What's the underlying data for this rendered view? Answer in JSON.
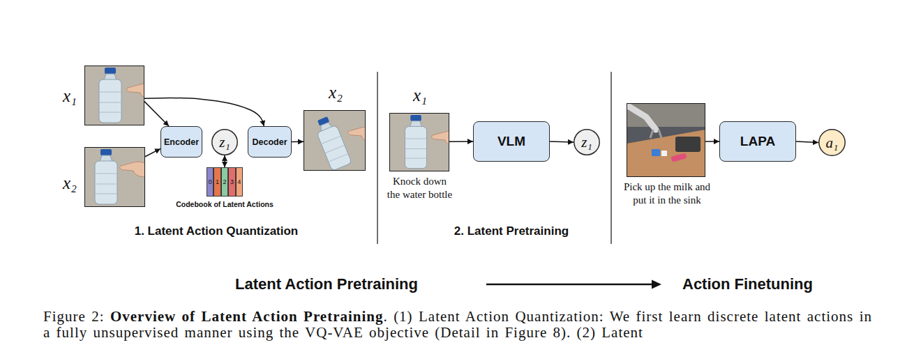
{
  "diagram": {
    "caption": "Figure 2: Overview of Latent Action Pretraining. (1) Latent Action Quantization: We first learn discrete latent actions in a fully unsupervised manner using the VQ-VAE objective (Detail in Figure 8). (2) Latent",
    "nodes": [
      {
        "text": [
          "x₁"
        ]
      },
      {
        "text": [
          "x₂"
        ]
      },
      {
        "text": [
          "Encoder"
        ]
      },
      {
        "text": [
          "z₁"
        ]
      },
      {
        "text": [
          "Codebook of Latent Actions"
        ]
      },
      {
        "text": [
          "0"
        ],
        "in": 4
      },
      {
        "text": [
          "1"
        ],
        "in": 4
      },
      {
        "text": [
          "2"
        ],
        "in": 4
      },
      {
        "text": [
          "3"
        ],
        "in": 4
      },
      {
        "text": [
          "4"
        ],
        "in": 4
      },
      {
        "text": [
          "Decoder"
        ]
      },
      {
        "text": [
          "x₂"
        ]
      },
      {
        "text": [
          "x₁",
          "Knock down the water bottle"
        ]
      },
      {
        "text": [
          "VLM"
        ]
      },
      {
        "text": [
          "z₁"
        ]
      },
      {
        "text": [
          "Pick up the milk and put it in the sink"
        ]
      },
      {
        "text": [
          "LAPA"
        ]
      },
      {
        "text": [
          "a₁"
        ]
      }
    ],
    "edges": [
      {
        "from": 0,
        "to": 2,
        "arrow": "to"
      },
      {
        "from": 1,
        "to": 2,
        "arrow": "to"
      },
      {
        "from": 0,
        "to": 10,
        "arrow": "to"
      },
      {
        "from": 3,
        "to": 4,
        "arrow": "both"
      },
      {
        "from": 10,
        "to": 11,
        "arrow": "to"
      },
      {
        "from": 12,
        "to": 13,
        "arrow": "to"
      },
      {
        "from": 13,
        "to": 14,
        "arrow": "to"
      },
      {
        "from": 15,
        "to": 16,
        "arrow": "to"
      },
      {
        "from": 16,
        "to": 17,
        "arrow": "to"
      }
    ],
    "labels": [
      "1. Latent Action Quantization",
      "2. Latent Pretraining",
      "Latent Action Pretraining",
      "Action Finetuning"
    ]
  }
}
